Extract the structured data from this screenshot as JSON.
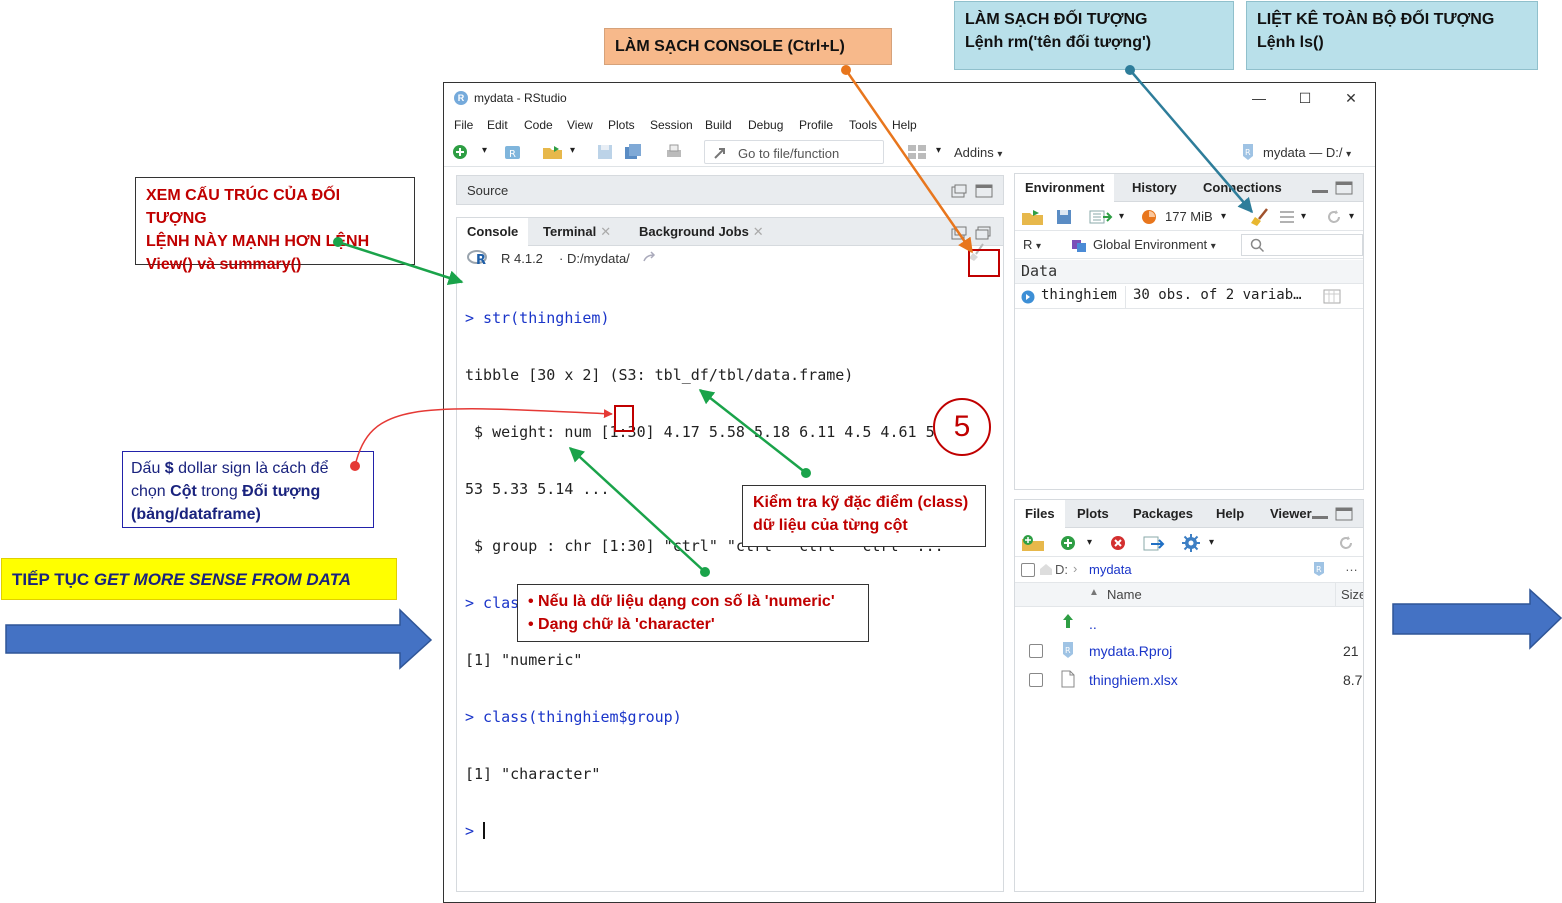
{
  "window": {
    "title": "mydata - RStudio",
    "controls": {
      "minimize": "—",
      "maximize": "☐",
      "close": "✕"
    }
  },
  "menu": [
    "File",
    "Edit",
    "Code",
    "View",
    "Plots",
    "Session",
    "Build",
    "Debug",
    "Profile",
    "Tools",
    "Help"
  ],
  "toolbar": {
    "goto_placeholder": "Go to file/function",
    "addins": "Addins",
    "project": "mydata — D:/"
  },
  "source_pane": {
    "label": "Source"
  },
  "console_pane": {
    "tabs": [
      "Console",
      "Terminal",
      "Background Jobs"
    ],
    "r_version": "R 4.1.2",
    "path": "· D:/mydata/",
    "lines": [
      {
        "type": "cmd",
        "text": "> str(thinghiem)"
      },
      {
        "type": "out",
        "text": "tibble [30 x 2] (S3: tbl_df/tbl/data.frame)"
      },
      {
        "type": "out",
        "text": " $ weight: num [1:30] 4.17 5.58 5.18 6.11 4.5 4.61 5.17 4."
      },
      {
        "type": "out",
        "text": "53 5.33 5.14 ..."
      },
      {
        "type": "out",
        "text": " $ group : chr [1:30] \"ctrl\" \"ctrl\" \"ctrl\" \"ctrl\" ..."
      },
      {
        "type": "cmd",
        "text": "> class(thinghiem$weight)"
      },
      {
        "type": "out",
        "text": "[1] \"numeric\""
      },
      {
        "type": "cmd",
        "text": "> class(thinghiem$group)"
      },
      {
        "type": "out",
        "text": "[1] \"character\""
      },
      {
        "type": "cmd",
        "text": "> "
      }
    ]
  },
  "environment_pane": {
    "tabs": [
      "Environment",
      "History",
      "Connections"
    ],
    "memory": "177 MiB",
    "language": "R",
    "scope": "Global Environment",
    "section": "Data",
    "objects": [
      {
        "name": "thinghiem",
        "summary": "30 obs. of 2 variab…"
      }
    ]
  },
  "files_pane": {
    "tabs": [
      "Files",
      "Plots",
      "Packages",
      "Help",
      "Viewer"
    ],
    "path_root": "D:",
    "path_folder": "mydata",
    "column_name": "Name",
    "column_size": "Size",
    "parent": "..",
    "files": [
      {
        "name": "mydata.Rproj",
        "size": "21"
      },
      {
        "name": "thinghiem.xlsx",
        "size": "8.7"
      }
    ]
  },
  "annotations": {
    "str_note": [
      "XEM CẤU TRÚC CỦA ĐỐI TƯỢNG",
      "LỆNH NÀY MẠNH HƠN LỆNH",
      "View() và summary()"
    ],
    "clear_console": "LÀM SẠCH CONSOLE (Ctrl+L)",
    "rm_note": [
      "LÀM SẠCH ĐỐI TƯỢNG",
      "Lệnh rm('tên đối tượng')"
    ],
    "ls_note": [
      "LIỆT KÊ TOÀN BỘ ĐỐI TƯỢNG",
      "Lệnh ls()"
    ],
    "dollar_note": {
      "p1": "Dấu ",
      "b1": "$",
      "p2": " dollar sign là cách để",
      "p3": "chọn ",
      "b2": "Cột",
      "p4": " trong ",
      "b3": "Đối tượng",
      "b4": "(bảng/dataframe)"
    },
    "class_note": [
      "Kiểm tra kỹ đặc điểm (class)",
      "dữ liệu của từng cột"
    ],
    "numeric_note": [
      "• Nếu là dữ liệu dạng con số là 'numeric'",
      "• Dạng chữ là 'character'"
    ],
    "continue_note": {
      "prefix": "TIẾP TỤC ",
      "emph": "GET MORE SENSE FROM DATA"
    },
    "step_number": "5"
  },
  "colors": {
    "arrow_green": "#1aa34a",
    "arrow_orange": "#e8761d",
    "arrow_teal": "#2e7d9a",
    "arrow_red": "#e53935",
    "big_arrow": "#4472c4",
    "annotation_red": "#c00000"
  }
}
